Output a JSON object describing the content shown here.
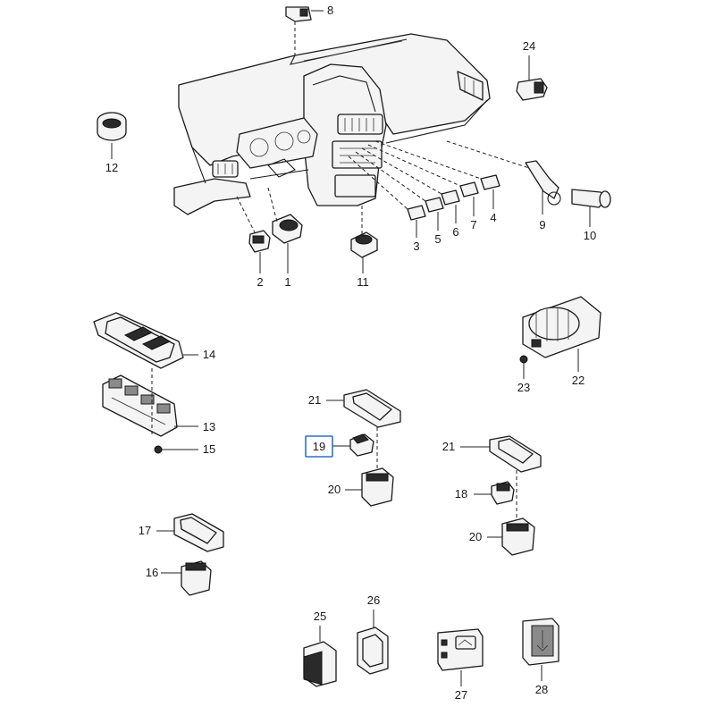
{
  "callouts": {
    "c1": "1",
    "c2": "2",
    "c3": "3",
    "c4": "4",
    "c5": "5",
    "c6": "6",
    "c7": "7",
    "c8": "8",
    "c9": "9",
    "c10": "10",
    "c11": "11",
    "c12": "12",
    "c13": "13",
    "c14": "14",
    "c15": "15",
    "c16": "16",
    "c17": "17",
    "c18": "18",
    "c19": "19",
    "c20a": "20",
    "c20b": "20",
    "c21a": "21",
    "c21b": "21",
    "c22": "22",
    "c23": "23",
    "c24": "24",
    "c25": "25",
    "c26": "26",
    "c27": "27",
    "c28": "28"
  },
  "highlight": {
    "callout": "19",
    "color": "#2f6fc9"
  }
}
